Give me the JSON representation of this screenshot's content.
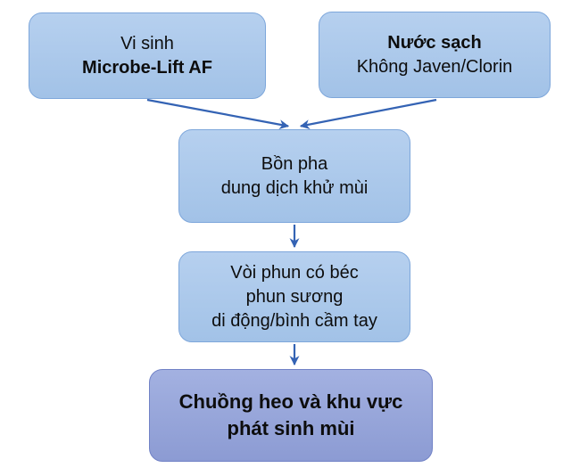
{
  "diagram": {
    "background_color": "#ffffff",
    "text_color": "#0d0d0d",
    "colors": {
      "box_fill_top": "#b6d0ef",
      "box_fill_bottom": "#a2c2e7",
      "box_border": "#7ea7db",
      "final_box_fill_top": "#a3b1e1",
      "final_box_fill_bottom": "#8c9bd3",
      "final_box_border": "#7182c6",
      "arrow": "#3463b4"
    },
    "boxes": {
      "0": {
        "name": "vi-sinh-microbe-lift-af",
        "lines": {
          "0": {
            "text": "Vi sinh"
          },
          "1": {
            "text": "Microbe-Lift AF"
          }
        }
      },
      "1": {
        "name": "nuoc-sach",
        "lines": {
          "0": {
            "text": "Nước sạch"
          },
          "1": {
            "text": "Không Javen/Clorin"
          }
        }
      },
      "2": {
        "name": "bon-pha",
        "lines": {
          "0": {
            "text": "Bồn pha"
          },
          "1": {
            "text": "dung dịch khử mùi"
          }
        }
      },
      "3": {
        "name": "voi-phun",
        "lines": {
          "0": {
            "text": "Vòi phun có béc"
          },
          "1": {
            "text": "phun sương"
          },
          "2": {
            "text": "di động/bình cầm tay"
          }
        }
      },
      "4": {
        "name": "chuong-heo",
        "lines": {
          "0": {
            "text": "Chuồng heo và khu vực"
          },
          "1": {
            "text": "phát sinh mùi"
          }
        }
      }
    },
    "arrows": [
      {
        "from": "Vi sinh Microbe-Lift AF",
        "to": "Bồn pha dung dịch khử mùi"
      },
      {
        "from": "Nước sạch Không Javen/Clorin",
        "to": "Bồn pha dung dịch khử mùi"
      },
      {
        "from": "Bồn pha dung dịch khử mùi",
        "to": "Vòi phun có béc phun sương di động/bình cầm tay"
      },
      {
        "from": "Vòi phun có béc phun sương di động/bình cầm tay",
        "to": "Chuồng heo và khu vực phát sinh mùi"
      }
    ]
  }
}
